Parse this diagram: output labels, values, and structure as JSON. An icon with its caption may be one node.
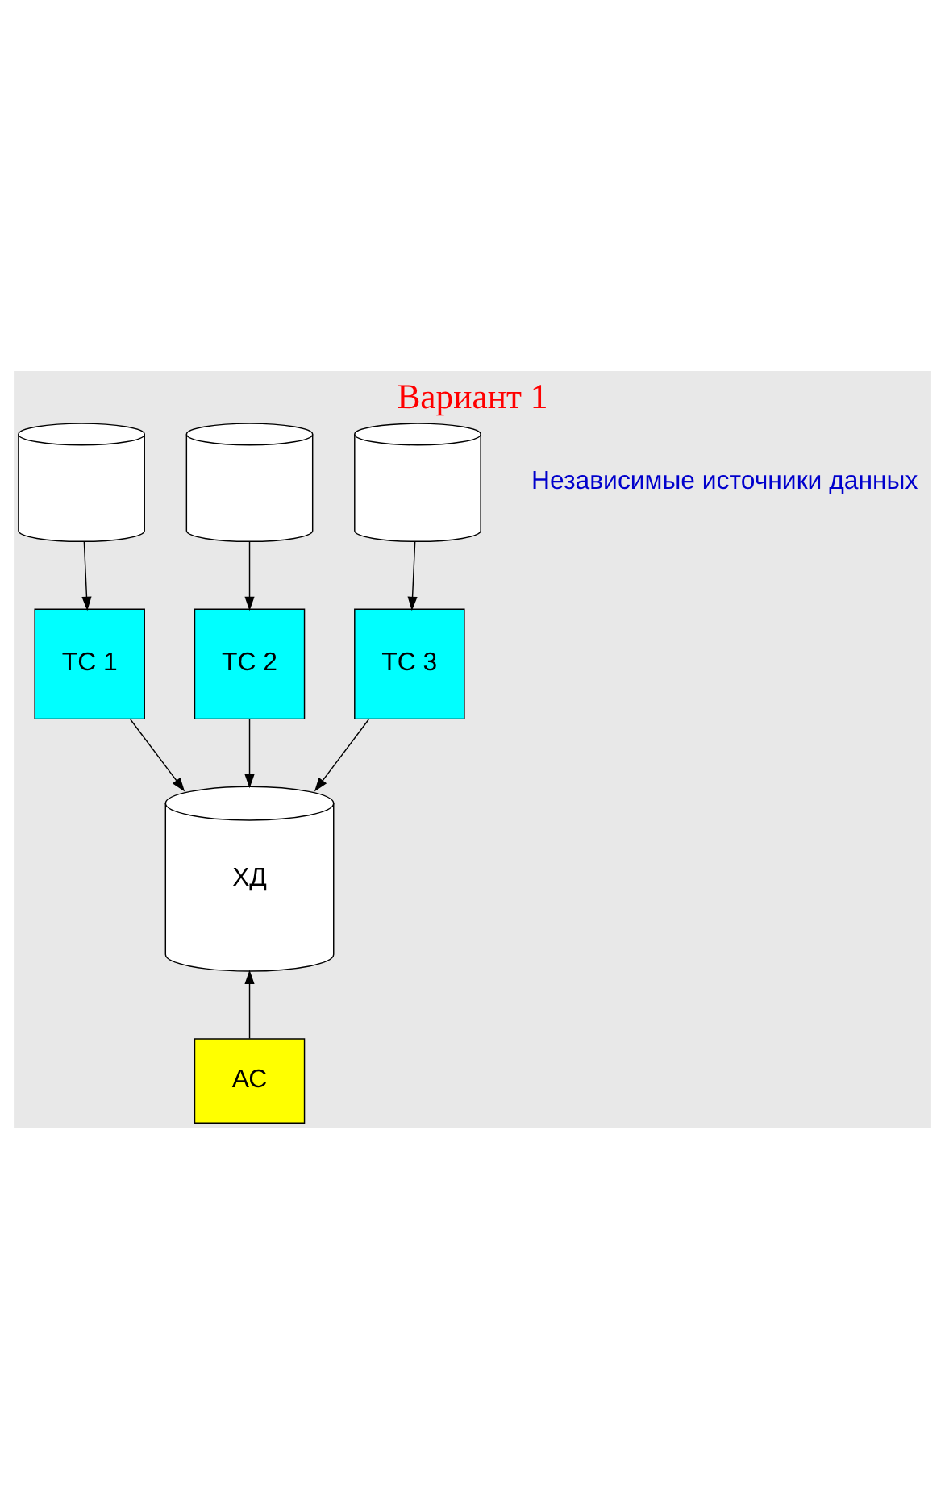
{
  "diagram": {
    "title": "Вариант 1",
    "nodes": [
      {
        "text": [],
        "shape": "cylinder"
      },
      {
        "text": [],
        "shape": "cylinder"
      },
      {
        "text": [],
        "shape": "cylinder"
      },
      {
        "text": [
          "ТС 1"
        ]
      },
      {
        "text": [
          "ТС 2"
        ]
      },
      {
        "text": [
          "ТС 3"
        ]
      },
      {
        "text": [
          "ХД"
        ]
      },
      {
        "text": [
          "АС"
        ]
      }
    ],
    "edges": [
      {
        "from": 0,
        "to": 3,
        "arrow": "to"
      },
      {
        "from": 1,
        "to": 4,
        "arrow": "to"
      },
      {
        "from": 2,
        "to": 5,
        "arrow": "to"
      },
      {
        "from": 3,
        "to": 6,
        "arrow": "to"
      },
      {
        "from": 4,
        "to": 6,
        "arrow": "to"
      },
      {
        "from": 5,
        "to": 6,
        "arrow": "to"
      },
      {
        "from": 7,
        "to": 6,
        "arrow": "to"
      }
    ],
    "labels": [
      "Независимые источники данных"
    ]
  }
}
